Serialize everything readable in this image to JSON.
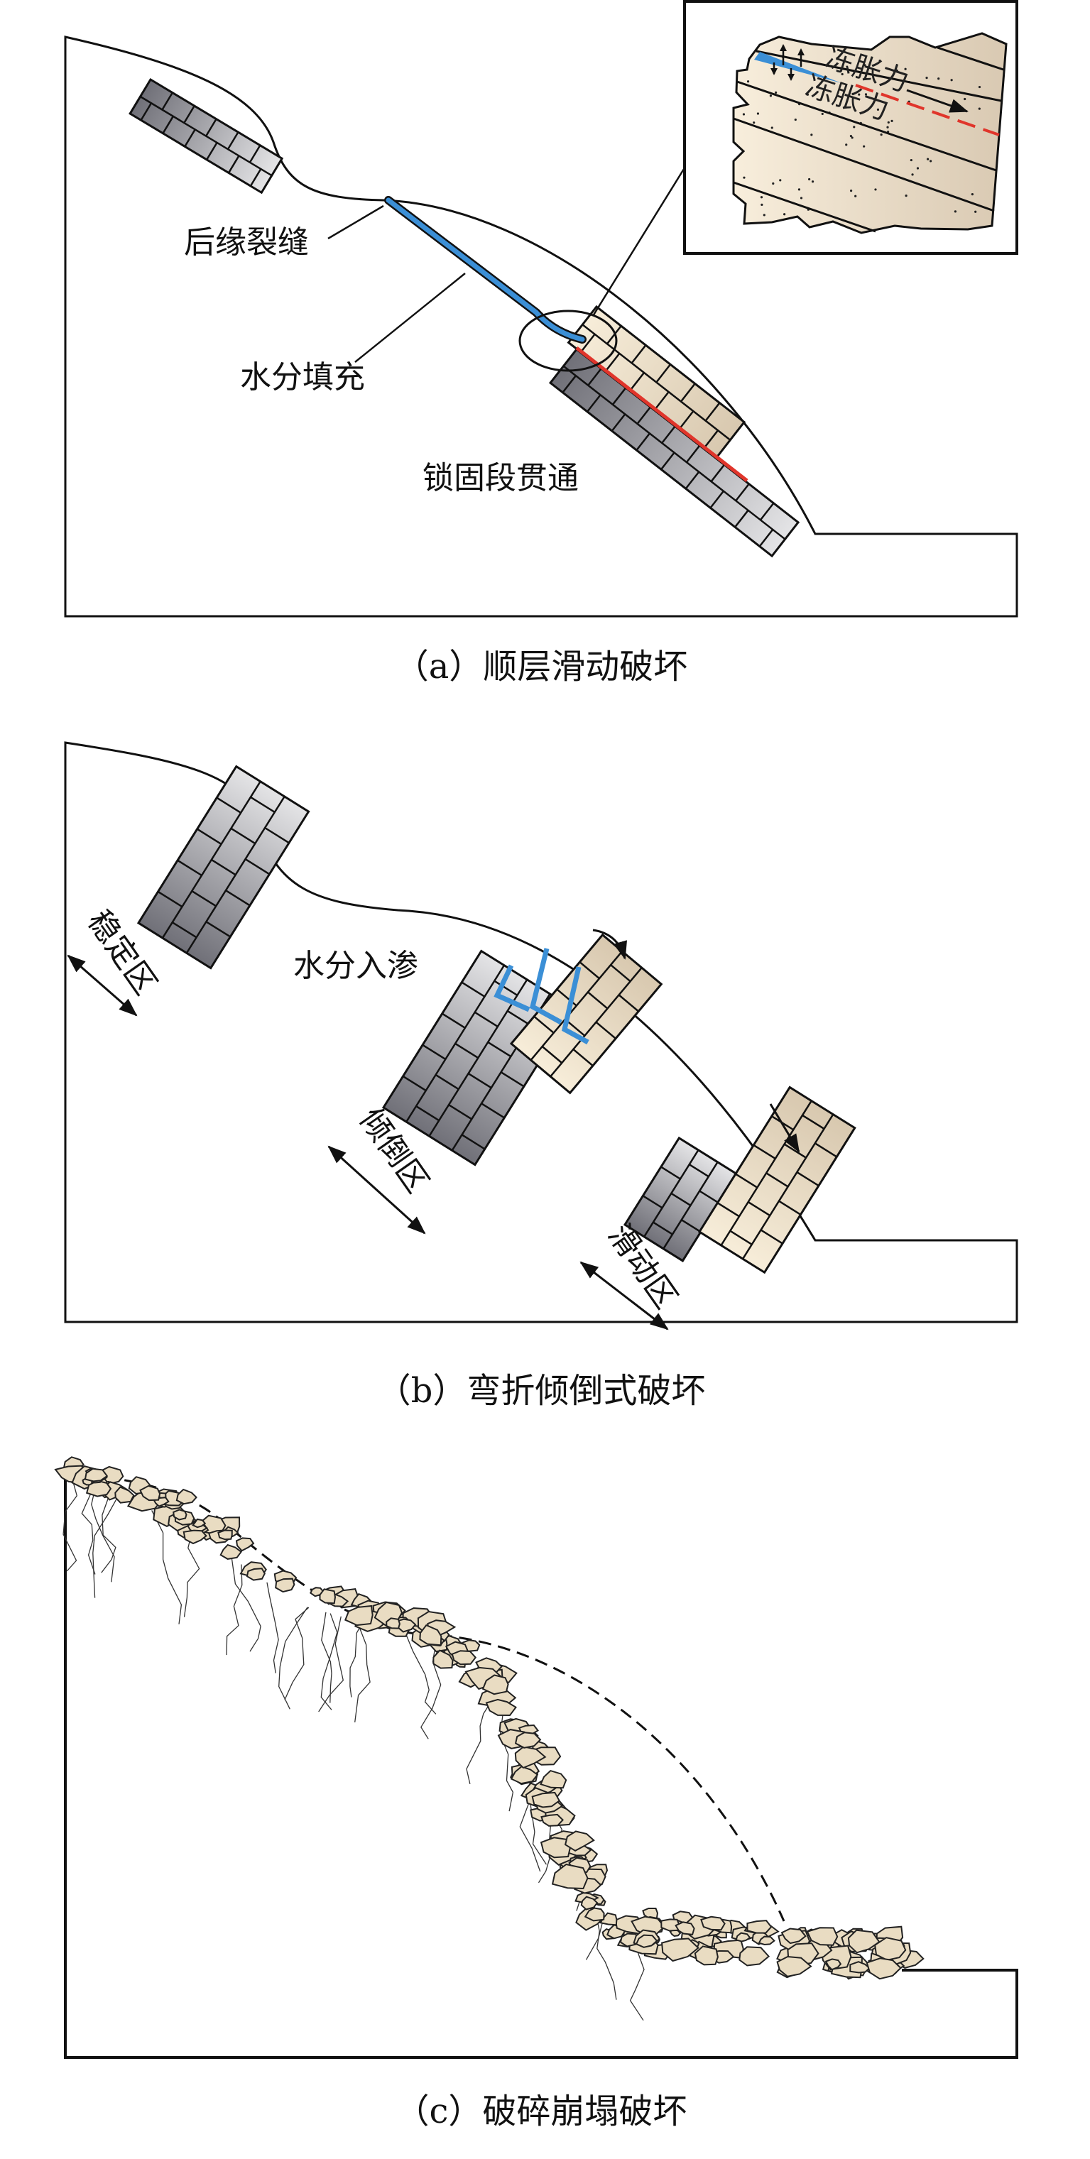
{
  "panel_a": {
    "caption": "（a）顺层滑动破坏",
    "labels": {
      "rear_crack": "后缘裂缝",
      "water_fill": "水分填充",
      "locked_through": "锁固段贯通"
    },
    "inset_labels": [
      "冻胀力",
      "冻胀力"
    ]
  },
  "panel_b": {
    "caption": "（b）弯折倾倒式破坏",
    "labels": {
      "water_infiltration": "水分入渗",
      "stable_zone": "稳定区",
      "toppling_zone": "倾倒区",
      "sliding_zone": "滑动区"
    }
  },
  "panel_c": {
    "caption": "（c）破碎崩塌破坏"
  },
  "colors": {
    "water": "#3b8fd6",
    "slip_line": "#e0352b",
    "rock_tan": "#eadcc4",
    "rock_gray": "#8e8e94"
  }
}
